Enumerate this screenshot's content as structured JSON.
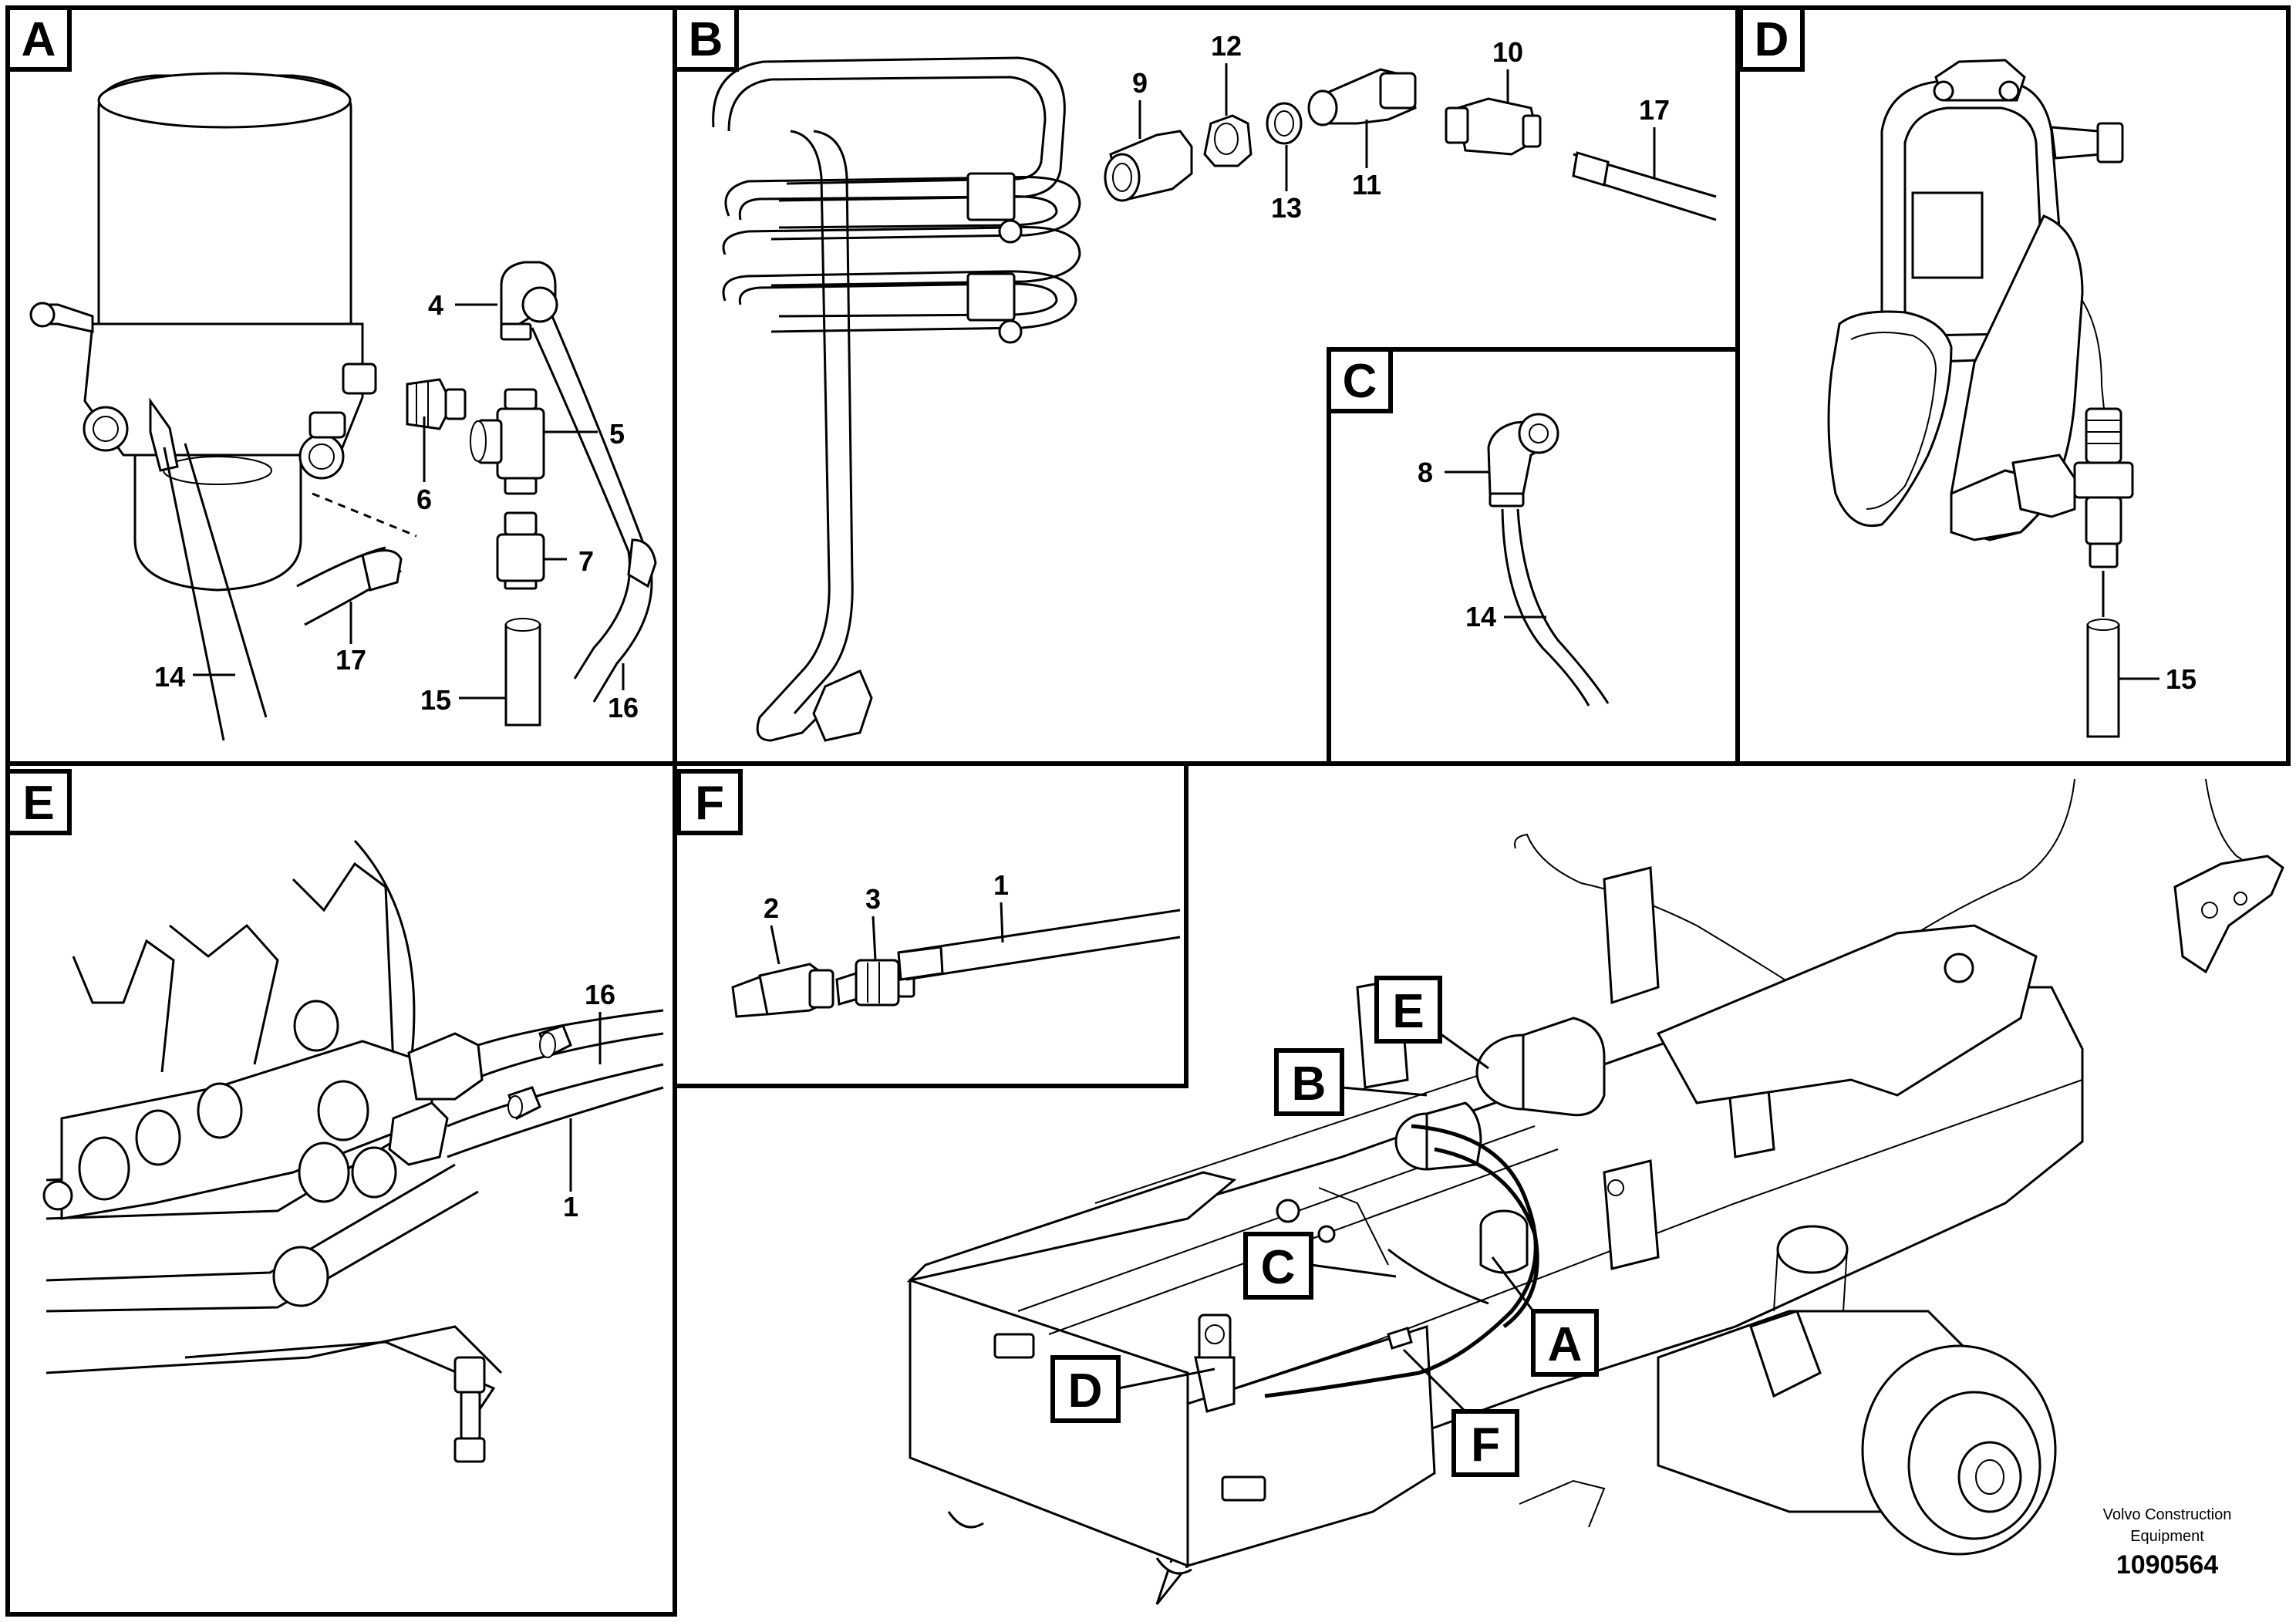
{
  "panels": {
    "A": {
      "tag": "A",
      "callouts": {
        "c4": "4",
        "c5": "5",
        "c6": "6",
        "c7": "7",
        "c14": "14",
        "c15": "15",
        "c16": "16",
        "c17": "17"
      }
    },
    "B": {
      "tag": "B",
      "callouts": {
        "c9": "9",
        "c10": "10",
        "c11": "11",
        "c12": "12",
        "c13": "13",
        "c17": "17"
      }
    },
    "C": {
      "tag": "C",
      "callouts": {
        "c8": "8",
        "c14": "14"
      }
    },
    "D": {
      "tag": "D",
      "callouts": {
        "c15": "15"
      }
    },
    "E": {
      "tag": "E",
      "callouts": {
        "c16": "16",
        "c1": "1"
      }
    },
    "F": {
      "tag": "F",
      "callouts": {
        "c2": "2",
        "c3": "3",
        "c1": "1"
      }
    }
  },
  "overview": {
    "locators": {
      "E": "E",
      "B": "B",
      "C": "C",
      "A": "A",
      "D": "D",
      "F": "F"
    }
  },
  "footer": {
    "company_line1": "Volvo Construction",
    "company_line2": "Equipment",
    "drawing_number": "1090564"
  }
}
